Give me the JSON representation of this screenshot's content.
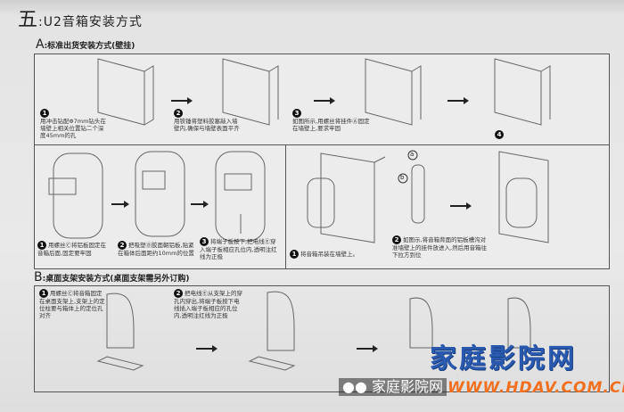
{
  "title": {
    "numeral": "五",
    "text": ":U2音箱安装方式"
  },
  "section_a": {
    "letter": "A",
    "label": ":标准出货安装方式(壁挂)",
    "steps": [
      {
        "n": "1",
        "text": "用冲击钻配Φ7mm钻头在墙壁上相关位置钻二个深度45mm的孔"
      },
      {
        "n": "2",
        "text": "用铁锤将塑料胶塞敲入墙壁内,确保与墙壁表面平齐"
      },
      {
        "n": "3",
        "text": "如图所示,用螺丝将挂件Ⓐ固定在墙壁上,要求牢固"
      },
      {
        "n": "4",
        "text": ""
      },
      {
        "n": "1",
        "text": "用螺丝Ⓒ将铝板固定在音箱后面,固定要牢固"
      },
      {
        "n": "2",
        "text": "把吸塑Ⓓ胶面朝铝板,贴紧在箱体后面距约10mm的位置"
      },
      {
        "n": "3",
        "text": "将端子板按下,把电线Ⓔ穿入端子板相应孔位内,透明注红线为正极"
      },
      {
        "n": "1",
        "text": "将音箱吊装在墙壁上。"
      },
      {
        "n": "2",
        "text": "如图示,将音箱背面的铝板槽沟对准墙壁上的挂件放进入,然后用音箱往下拉方到位"
      }
    ],
    "callouts": [
      "a",
      "b"
    ]
  },
  "section_b": {
    "letter": "B",
    "label": ":桌面支架安装方式(桌面支架需另外订购)",
    "steps": [
      {
        "n": "1",
        "text": "用螺丝Ⓒ将音箱固定在桌面支架上,支架上的定位柱要与箱体上的定位孔对齐"
      },
      {
        "n": "2",
        "text": "把电线Ⓔ从支架上的穿孔内穿出,将端子板按下电线插入端子板相应的孔位内,透明注红线为正极"
      }
    ]
  },
  "watermark": {
    "brand": "家庭影院网",
    "wechat": "家庭影院网",
    "url": "WWW.HDAV.COM.CN",
    "colors": {
      "brand": "#2a5ab0",
      "url": "#f07020"
    }
  }
}
